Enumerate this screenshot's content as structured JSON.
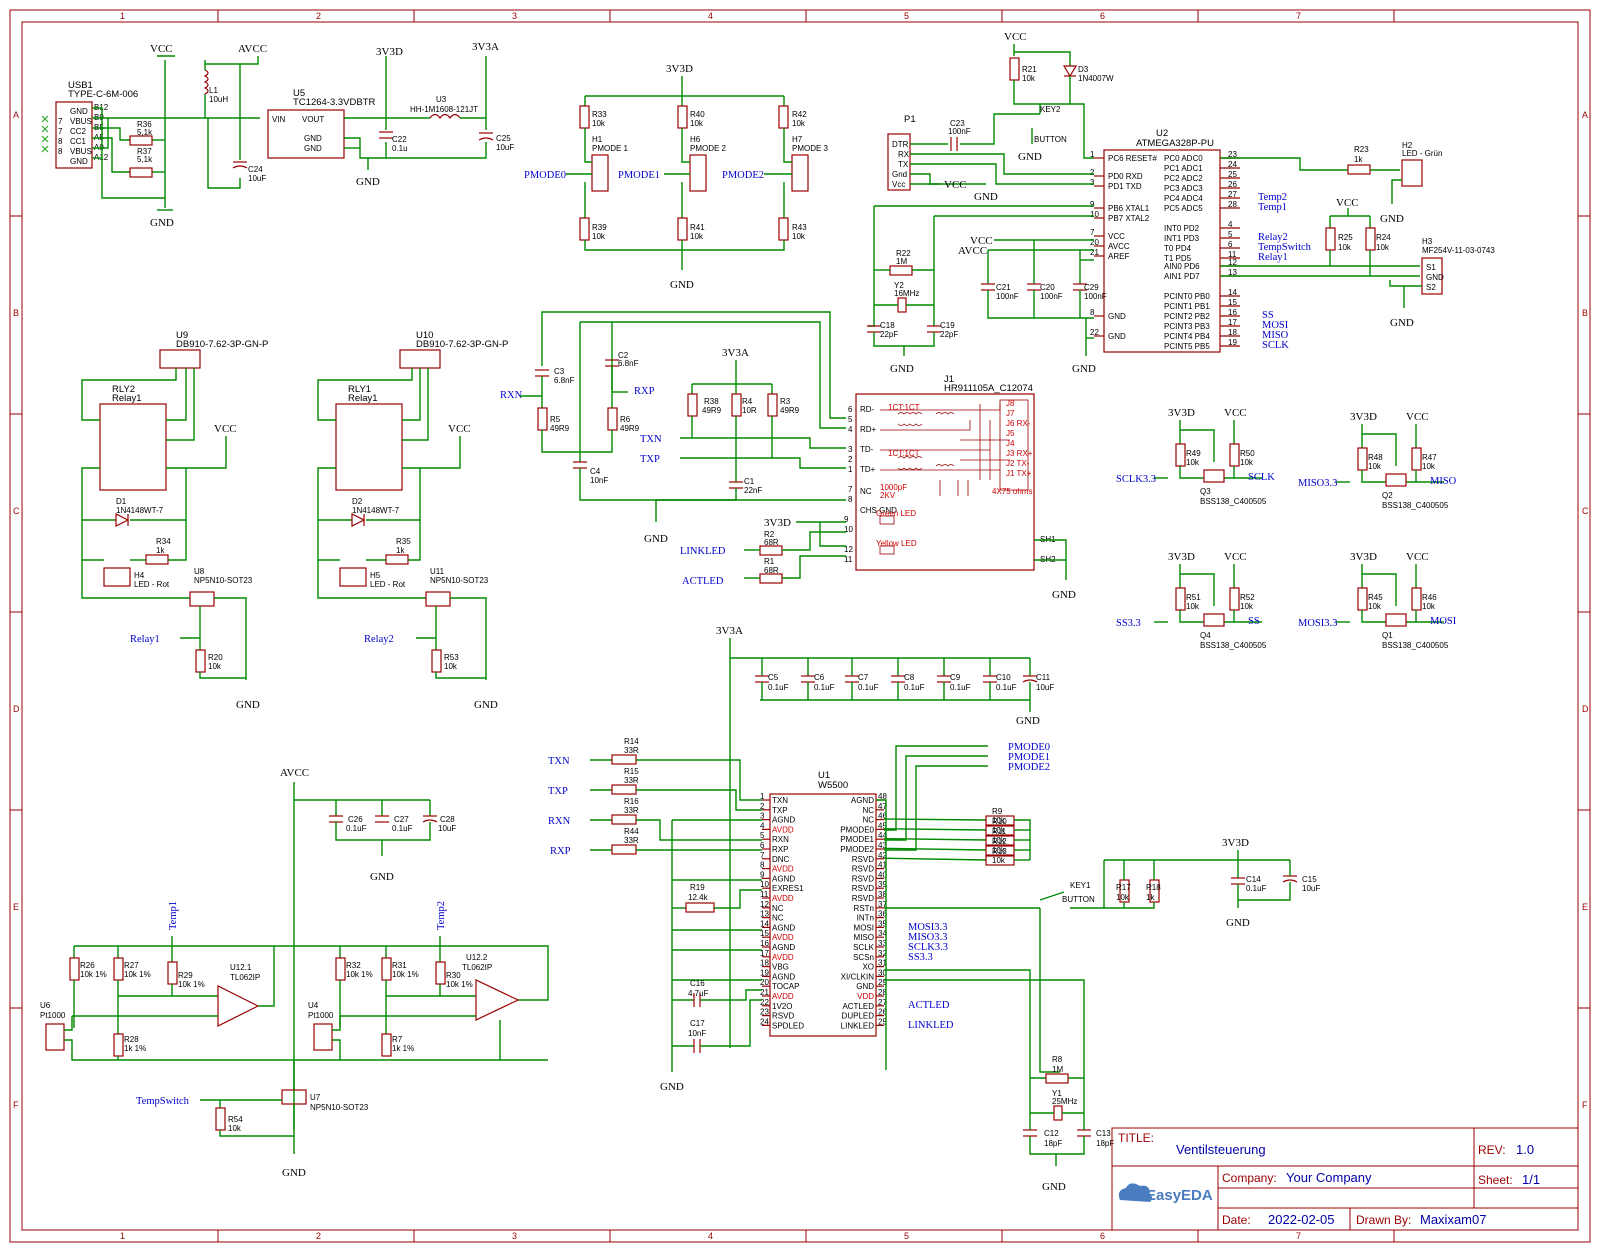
{
  "sheet": {
    "zones_top": [
      "1",
      "2",
      "3",
      "4",
      "5",
      "6",
      "7"
    ],
    "zones_side": [
      "A",
      "B",
      "C",
      "D",
      "E",
      "F"
    ]
  },
  "title_block": {
    "title_label": "TITLE:",
    "title": "Ventilsteuerung",
    "rev_label": "REV:",
    "rev": "1.0",
    "company_label": "Company:",
    "company": "Your Company",
    "sheet_label": "Sheet:",
    "sheet": "1/1",
    "date_label": "Date:",
    "date": "2022-02-05",
    "drawn_label": "Drawn By:",
    "drawn_by": "Maxixam07",
    "logo": "EasyEDA"
  },
  "power": {
    "vcc": "VCC",
    "avcc": "AVCC",
    "v3d": "3V3D",
    "v3a": "3V3A",
    "gnd": "GND"
  },
  "components": {
    "usb1": {
      "ref": "USB1",
      "part": "TYPE-C-6M-006",
      "pins": [
        "GND",
        "VBUS",
        "CC2",
        "CC1",
        "VBUS",
        "GND"
      ],
      "pinnums": [
        "B12",
        "B9",
        "B5",
        "A5",
        "A9",
        "A12"
      ],
      "sidenums": [
        "7",
        "7",
        "8",
        "8"
      ]
    },
    "l1": {
      "ref": "L1",
      "value": "10uH"
    },
    "r36": {
      "ref": "R36",
      "value": "5,1k"
    },
    "r37": {
      "ref": "R37",
      "value": "5,1k"
    },
    "c24": {
      "ref": "C24",
      "value": "10uF"
    },
    "u5": {
      "ref": "U5",
      "part": "TC1264-3.3VDBTR",
      "vin": "VIN",
      "vout": "VOUT",
      "gnd": "GND"
    },
    "c22": {
      "ref": "C22",
      "value": "0.1u"
    },
    "u3": {
      "ref": "U3",
      "part": "HH-1M1608-121JT"
    },
    "c25": {
      "ref": "C25",
      "value": "10uF"
    },
    "h1": {
      "ref": "H1",
      "part": "PMODE 1"
    },
    "h6": {
      "ref": "H6",
      "part": "PMODE 2"
    },
    "h7": {
      "ref": "H7",
      "part": "PMODE 3"
    },
    "r33": {
      "ref": "R33",
      "value": "10k"
    },
    "r40": {
      "ref": "R40",
      "value": "10k"
    },
    "r42": {
      "ref": "R42",
      "value": "10k"
    },
    "r39": {
      "ref": "R39",
      "value": "10k"
    },
    "r41": {
      "ref": "R41",
      "value": "10k"
    },
    "r43": {
      "ref": "R43",
      "value": "10k"
    },
    "p1": {
      "ref": "P1",
      "pins": [
        "DTR",
        "RX",
        "TX",
        "Gnd",
        "Vcc"
      ]
    },
    "c23": {
      "ref": "C23",
      "value": "100nF"
    },
    "r21": {
      "ref": "R21",
      "value": "10k"
    },
    "d3": {
      "ref": "D3",
      "part": "1N4007W"
    },
    "key2": {
      "ref": "KEY2",
      "part": "BUTTON"
    },
    "u2": {
      "ref": "U2",
      "part": "ATMEGA328P-PU",
      "left": [
        "PC6 RESET#",
        "PD0 RXD",
        "PD1 TXD",
        "PB6 XTAL1",
        "PB7 XTAL2",
        "VCC",
        "AVCC",
        "AREF",
        "GND",
        "GND"
      ],
      "leftnums": [
        "1",
        "2",
        "3",
        "9",
        "10",
        "7",
        "20",
        "21",
        "8",
        "22"
      ],
      "right": [
        "PC0 ADC0",
        "PC1 ADC1",
        "PC2 ADC2",
        "PC3 ADC3",
        "PC4 ADC4",
        "PC5 ADC5",
        "INT0 PD2",
        "INT1 PD3",
        "T0 PD4",
        "T1 PD5",
        "AIN0 PD6",
        "AIN1 PD7",
        "PCINT0 PB0",
        "PCINT1 PB1",
        "PCINT2 PB2",
        "PCINT3 PB3",
        "PCINT4 PB4",
        "PCINT5 PB5"
      ],
      "rightnums": [
        "23",
        "24",
        "25",
        "26",
        "27",
        "28",
        "4",
        "5",
        "6",
        "11",
        "12",
        "13",
        "14",
        "15",
        "16",
        "17",
        "18",
        "19"
      ]
    },
    "r23": {
      "ref": "R23",
      "value": "1k"
    },
    "h2": {
      "ref": "H2",
      "part": "LED - Grün"
    },
    "r22": {
      "ref": "R22",
      "value": "1M"
    },
    "y2": {
      "ref": "Y2",
      "value": "16MHz"
    },
    "c18": {
      "ref": "C18",
      "value": "22pF"
    },
    "c19": {
      "ref": "C19",
      "value": "22pF"
    },
    "c21": {
      "ref": "C21",
      "value": "100nF"
    },
    "c20": {
      "ref": "C20",
      "value": "100nF"
    },
    "c29": {
      "ref": "C29",
      "value": "100nF"
    },
    "r25": {
      "ref": "R25",
      "value": "10k"
    },
    "r24": {
      "ref": "R24",
      "value": "10k"
    },
    "h3": {
      "ref": "H3",
      "part": "MF254V-11-03-0743",
      "pins": [
        "S1",
        "GND",
        "S2"
      ]
    },
    "u9": {
      "ref": "U9",
      "part": "DB910-7.62-3P-GN-P"
    },
    "u10": {
      "ref": "U10",
      "part": "DB910-7.62-3P-GN-P"
    },
    "rly2": {
      "ref": "RLY2",
      "part": "Relay1"
    },
    "rly1": {
      "ref": "RLY1",
      "part": "Relay1"
    },
    "d1": {
      "ref": "D1",
      "part": "1N4148WT-7"
    },
    "d2": {
      "ref": "D2",
      "part": "1N4148WT-7"
    },
    "r34": {
      "ref": "R34",
      "value": "1k"
    },
    "r35": {
      "ref": "R35",
      "value": "1k"
    },
    "h4": {
      "ref": "H4",
      "part": "LED - Rot"
    },
    "h5": {
      "ref": "H5",
      "part": "LED - Rot"
    },
    "u8": {
      "ref": "U8",
      "part": "NP5N10-SOT23"
    },
    "u11": {
      "ref": "U11",
      "part": "NP5N10-SOT23"
    },
    "r20": {
      "ref": "R20",
      "value": "10k"
    },
    "r53": {
      "ref": "R53",
      "value": "10k"
    },
    "c3": {
      "ref": "C3",
      "value": "6.8nF"
    },
    "c2": {
      "ref": "C2",
      "value": "6.8nF"
    },
    "r5": {
      "ref": "R5",
      "value": "49R9"
    },
    "r6": {
      "ref": "R6",
      "value": "49R9"
    },
    "c4": {
      "ref": "C4",
      "value": "10nF"
    },
    "r38": {
      "ref": "R38",
      "value": "49R9"
    },
    "r4": {
      "ref": "R4",
      "value": "10R"
    },
    "r3": {
      "ref": "R3",
      "value": "49R9"
    },
    "c1": {
      "ref": "C1",
      "value": "22nF"
    },
    "j1": {
      "ref": "J1",
      "part": "HR911105A_C12074",
      "pins": [
        "RD-",
        "RD+",
        "TD-",
        "TD+",
        "NC",
        "CHS GND"
      ],
      "pinnums": [
        "6",
        "5",
        "3",
        "1",
        "2",
        "4",
        "7",
        "8",
        "9",
        "10",
        "12",
        "11"
      ],
      "shields": [
        "SH1",
        "SH2"
      ],
      "inner": {
        "xfmr": "1CT:1CT",
        "cap": "1000pF",
        "kv": "2KV",
        "res": "4X75 ohms",
        "green": "Green LED",
        "yellow": "Yellow LED",
        "jpins": [
          "J8",
          "J7",
          "J6 RX-",
          "J5",
          "J4",
          "J3 RX+",
          "J2 TX-",
          "J1 TX+"
        ]
      }
    },
    "r2": {
      "ref": "R2",
      "value": "68R"
    },
    "r1": {
      "ref": "R1",
      "value": "68R"
    },
    "caps_3v3a": [
      {
        "ref": "C5",
        "value": "0.1uF"
      },
      {
        "ref": "C6",
        "value": "0.1uF"
      },
      {
        "ref": "C7",
        "value": "0.1uF"
      },
      {
        "ref": "C8",
        "value": "0.1uF"
      },
      {
        "ref": "C9",
        "value": "0.1uF"
      },
      {
        "ref": "C10",
        "value": "0.1uF"
      },
      {
        "ref": "C11",
        "value": "10uF"
      }
    ],
    "q3": {
      "ref": "Q3",
      "part": "BSS138_C400505"
    },
    "q2": {
      "ref": "Q2",
      "part": "BSS138_C400505"
    },
    "q4": {
      "ref": "Q4",
      "part": "BSS138_C400505"
    },
    "q1": {
      "ref": "Q1",
      "part": "BSS138_C400505"
    },
    "r49": {
      "ref": "R49",
      "value": "10k"
    },
    "r50": {
      "ref": "R50",
      "value": "10k"
    },
    "r48": {
      "ref": "R48",
      "value": "10k"
    },
    "r47": {
      "ref": "R47",
      "value": "10k"
    },
    "r51": {
      "ref": "R51",
      "value": "10k"
    },
    "r52": {
      "ref": "R52",
      "value": "10k"
    },
    "r45": {
      "ref": "R45",
      "value": "10k"
    },
    "r46": {
      "ref": "R46",
      "value": "10k"
    },
    "r14": {
      "ref": "R14",
      "value": "33R"
    },
    "r15": {
      "ref": "R15",
      "value": "33R"
    },
    "r16": {
      "ref": "R16",
      "value": "33R"
    },
    "r44": {
      "ref": "R44",
      "value": "33R"
    },
    "u1": {
      "ref": "U1",
      "part": "W5500",
      "left": [
        "TXN",
        "TXP",
        "AGND",
        "AVDD",
        "RXN",
        "RXP",
        "DNC",
        "AVDD",
        "AGND",
        "EXRES1",
        "AVDD",
        "NC",
        "NC",
        "AGND",
        "AVDD",
        "AGND",
        "AVDD",
        "VBG",
        "AGND",
        "TOCAP",
        "AVDD",
        "1V2O",
        "RSVD",
        "SPDLED"
      ],
      "right": [
        "AGND",
        "NC",
        "NC",
        "PMODE0",
        "PMODE1",
        "PMODE2",
        "RSVD",
        "RSVD",
        "RSVD",
        "RSVD",
        "RSVD",
        "RSTn",
        "INTn",
        "MOSI",
        "MISO",
        "SCLK",
        "SCSn",
        "XO",
        "XI/CLKIN",
        "GND",
        "VDD",
        "ACTLED",
        "DUPLED",
        "LINKLED"
      ],
      "rightnums": [
        "48",
        "47",
        "46",
        "45",
        "44",
        "43",
        "42",
        "41",
        "40",
        "39",
        "38",
        "37",
        "36",
        "35",
        "34",
        "33",
        "32",
        "31",
        "30",
        "29",
        "28",
        "27",
        "26",
        "25"
      ]
    },
    "r19": {
      "ref": "R19",
      "value": "12.4k"
    },
    "c16": {
      "ref": "C16",
      "value": "4.7uF"
    },
    "c17": {
      "ref": "C17",
      "value": "10nF"
    },
    "r9": {
      "ref": "R9",
      "value": "10k"
    },
    "r10": {
      "ref": "R10",
      "value": "10k"
    },
    "r11": {
      "ref": "R11",
      "value": "10k"
    },
    "r12": {
      "ref": "R12",
      "value": "10k"
    },
    "r13": {
      "ref": "R13",
      "value": "10k"
    },
    "key1": {
      "ref": "KEY1",
      "part": "BUTTON"
    },
    "r17": {
      "ref": "R17",
      "value": "10k"
    },
    "r18": {
      "ref": "R18",
      "value": "1k"
    },
    "c14": {
      "ref": "C14",
      "value": "0.1uF"
    },
    "c15": {
      "ref": "C15",
      "value": "10uF"
    },
    "r8": {
      "ref": "R8",
      "value": "1M"
    },
    "y1": {
      "ref": "Y1",
      "value": "25MHz"
    },
    "c12": {
      "ref": "C12",
      "value": "18pF"
    },
    "c13": {
      "ref": "C13",
      "value": "18pF"
    },
    "c26": {
      "ref": "C26",
      "value": "0.1uF"
    },
    "c27": {
      "ref": "C27",
      "value": "0.1uF"
    },
    "c28": {
      "ref": "C28",
      "value": "10uF"
    },
    "r26": {
      "ref": "R26",
      "value": "10k 1%"
    },
    "r27": {
      "ref": "R27",
      "value": "10k 1%"
    },
    "r29": {
      "ref": "R29",
      "value": "10k 1%"
    },
    "r28": {
      "ref": "R28",
      "value": "1k 1%"
    },
    "u12_1": {
      "ref": "U12.1",
      "part": "TL062IP"
    },
    "u12_2": {
      "ref": "U12.2",
      "part": "TL062IP"
    },
    "r32": {
      "ref": "R32",
      "value": "10k 1%"
    },
    "r31": {
      "ref": "R31",
      "value": "10k 1%"
    },
    "r30": {
      "ref": "R30",
      "value": "10k 1%"
    },
    "r7": {
      "ref": "R7",
      "value": "1k 1%"
    },
    "u6": {
      "ref": "U6",
      "part": "Pt1000"
    },
    "u4": {
      "ref": "U4",
      "part": "Pt1000"
    },
    "u7": {
      "ref": "U7",
      "part": "NP5N10-SOT23"
    },
    "r54": {
      "ref": "R54",
      "value": "10k"
    }
  },
  "netflags": {
    "pmode0": "PMODE0",
    "pmode1": "PMODE1",
    "pmode2": "PMODE2",
    "rxn": "RXN",
    "rxp": "RXP",
    "txn": "TXN",
    "txp": "TXP",
    "linkled": "LINKLED",
    "actled": "ACTLED",
    "temp1": "Temp1",
    "temp2": "Temp2",
    "tempswitch": "TempSwitch",
    "relay1": "Relay1",
    "relay2": "Relay2",
    "ss": "SS",
    "mosi": "MOSI",
    "miso": "MISO",
    "sclk": "SCLK",
    "sclk33": "SCLK3.3",
    "miso33": "MISO3.3",
    "ss33": "SS3.3",
    "mosi33": "MOSI3.3"
  }
}
